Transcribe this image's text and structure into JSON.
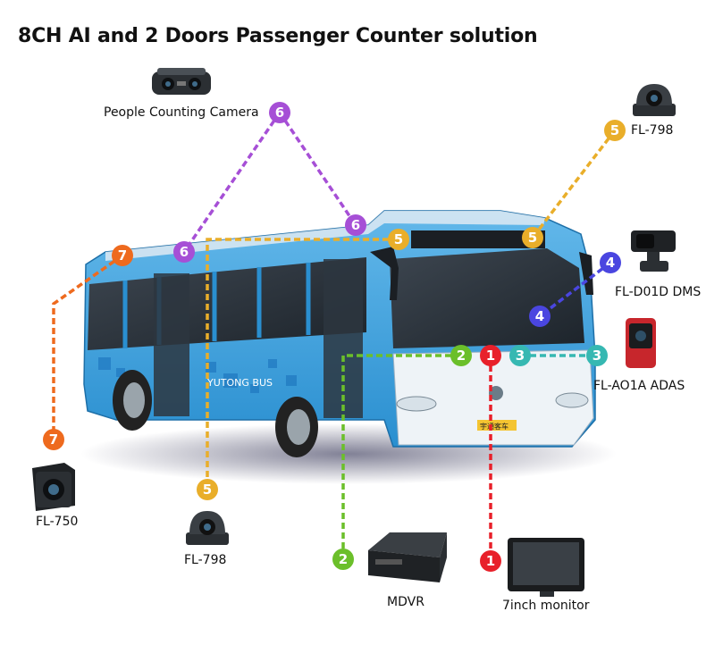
{
  "title": "8CH AI and 2 Doors Passenger Counter solution",
  "colors": {
    "ch1": "#e8202a",
    "ch2": "#6bbf2a",
    "ch3": "#36b8b2",
    "ch4": "#4a46e0",
    "ch5": "#e9ae2a",
    "ch6": "#a64fd6",
    "ch7": "#ee6a1e",
    "bus_body": "#3aa0dc"
  },
  "bus": {
    "destination_text": "YUTONG BUS",
    "plate_text": "宇通客车"
  },
  "devices": {
    "people_counting_camera": {
      "label": "People Counting Camera",
      "icon": "dual-lens-camera-icon"
    },
    "fl798_top": {
      "label": "FL-798",
      "icon": "dome-camera-icon"
    },
    "dms": {
      "label": "FL-D01D DMS",
      "icon": "dms-camera-icon"
    },
    "adas": {
      "label": "FL-AO1A ADAS",
      "icon": "adas-camera-icon"
    },
    "fl750": {
      "label": "FL-750",
      "icon": "rear-camera-icon"
    },
    "fl798_bottom": {
      "label": "FL-798",
      "icon": "dome-camera-icon"
    },
    "mdvr": {
      "label": "MDVR",
      "icon": "mdvr-box-icon"
    },
    "monitor": {
      "label": "7inch monitor",
      "icon": "monitor-icon"
    }
  },
  "badges": {
    "one": "1",
    "two": "2",
    "three": "3",
    "four": "4",
    "five": "5",
    "six": "6",
    "seven": "7"
  }
}
